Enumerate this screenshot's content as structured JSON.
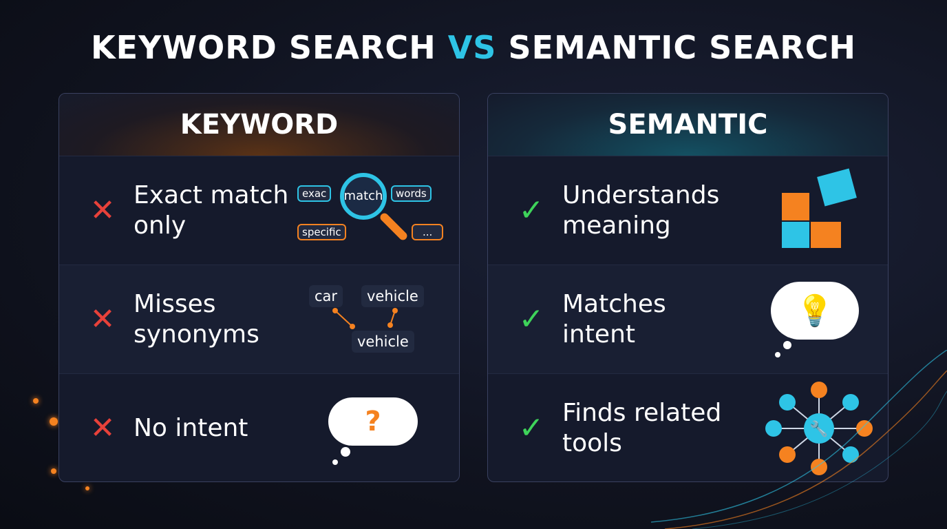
{
  "title": {
    "left": "KEYWORD SEARCH",
    "vs": "VS",
    "right": "SEMANTIC SEARCH"
  },
  "keyword": {
    "heading": "KEYWORD",
    "items": [
      {
        "icon": "x-mark-icon",
        "text": "Exact match\nonly"
      },
      {
        "icon": "x-mark-icon",
        "text": "Misses\nsynonyms"
      },
      {
        "icon": "x-mark-icon",
        "text": "No intent"
      }
    ],
    "search_tags": [
      "exac",
      "match",
      "words",
      "specific",
      "..."
    ],
    "synonym_tags": [
      "car",
      "vehicle",
      "vehicle"
    ],
    "question_mark": "?"
  },
  "semantic": {
    "heading": "SEMANTIC",
    "items": [
      {
        "icon": "check-icon",
        "text": "Understands\nmeaning"
      },
      {
        "icon": "check-icon",
        "text": "Matches\nintent"
      },
      {
        "icon": "check-icon",
        "text": "Finds related\ntools"
      }
    ]
  },
  "colors": {
    "accent_cyan": "#2ec4e6",
    "accent_orange": "#f58220",
    "cross": "#e8413a",
    "check": "#3ed35a"
  }
}
